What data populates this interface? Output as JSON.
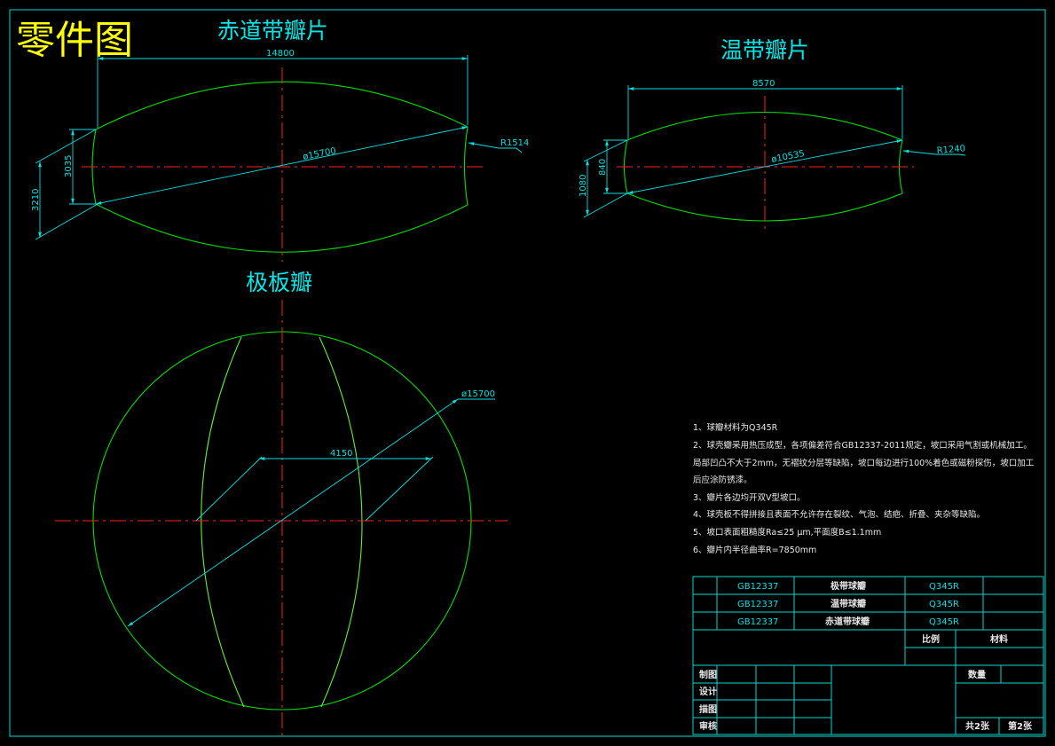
{
  "sheet_title": "零件图",
  "views": {
    "equatorial": {
      "title": "赤道带瓣片",
      "dim_width": "14800",
      "dim_radius": "R1514",
      "dim_diameter": "ø15700",
      "dim_height_inner": "3035",
      "dim_height_outer": "3210"
    },
    "temperate": {
      "title": "温带瓣片",
      "dim_width": "8570",
      "dim_radius": "R1240",
      "dim_diameter": "ø10535",
      "dim_height_inner": "840",
      "dim_height_outer": "1080"
    },
    "polar": {
      "title": "极板瓣",
      "dim_diameter": "ø15700",
      "dim_width": "4150"
    }
  },
  "notes": [
    "1、球瓣材料为Q345R",
    "2、球壳瓣采用热压成型，各项偏差符合GB12337-2011规定，坡口采用气割或机械加工。",
    "局部凹凸不大于2mm，无褶纹分层等缺陷，坡口每边进行100%着色或磁粉探伤，坡口加工",
    "后应涂防锈漆。",
    "3、瓣片各边均开双V型坡口。",
    "4、球壳板不得拼接且表面不允许存在裂纹、气泡、结疤、折叠、夹杂等缺陷。",
    "5、坡口表面粗糙度Ra≤25 μm,平面度B≤1.1mm",
    "6、瓣片内半径曲率R=7850mm"
  ],
  "title_block": {
    "parts": [
      {
        "standard": "GB12337",
        "name": "极带球瓣",
        "material": "Q345R"
      },
      {
        "standard": "GB12337",
        "name": "温带球瓣",
        "material": "Q345R"
      },
      {
        "standard": "GB12337",
        "name": "赤道带球瓣",
        "material": "Q345R"
      }
    ],
    "scale_label": "比例",
    "material_label": "材料",
    "quantity_label": "数量",
    "drawn_label": "制图",
    "design_label": "设计",
    "trace_label": "描图",
    "review_label": "审核",
    "sheets_total": "共2张",
    "sheet_no": "第2张"
  },
  "colors": {
    "frame": "#00d8d0",
    "outline": "#00e000",
    "dimension": "#00e0e0",
    "centerline": "#ff2020",
    "title": "#ffff00",
    "text": "#e8e8e8"
  }
}
